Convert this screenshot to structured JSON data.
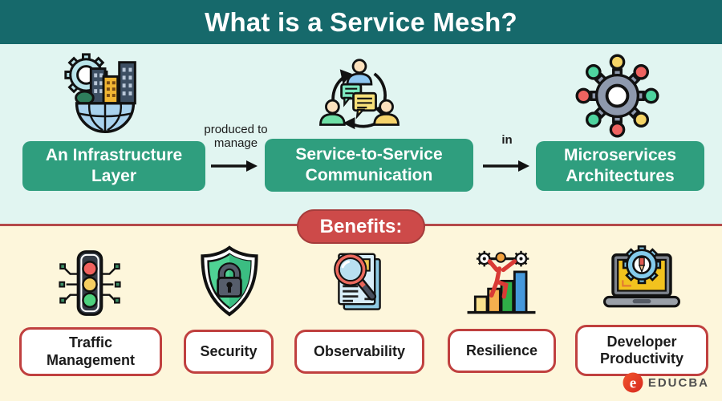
{
  "header": {
    "title": "What is a Service Mesh?"
  },
  "flow": {
    "nodes": [
      {
        "label": "An Infrastructure Layer",
        "icon": "infrastructure-globe-icon"
      },
      {
        "label": "Service-to-Service Communication",
        "icon": "people-communication-icon"
      },
      {
        "label": "Microservices Architectures",
        "icon": "microservices-gear-network-icon"
      }
    ],
    "connectors": [
      {
        "label": "produced to manage"
      },
      {
        "label": "in"
      }
    ]
  },
  "benefits": {
    "badge": "Benefits:",
    "items": [
      {
        "label": "Traffic Management",
        "icon": "traffic-light-circuit-icon"
      },
      {
        "label": "Security",
        "icon": "shield-lock-icon"
      },
      {
        "label": "Observability",
        "icon": "magnifier-document-icon"
      },
      {
        "label": "Resilience",
        "icon": "weightlifter-bar-chart-icon"
      },
      {
        "label": "Developer Productivity",
        "icon": "laptop-gear-pencil-icon"
      }
    ]
  },
  "branding": {
    "logo_text": "EDUCBA",
    "logo_glyph": "e"
  },
  "colors": {
    "teal-header": "#16696b",
    "mint-bg": "#e1f5f1",
    "cream-bg": "#fdf6db",
    "node-green": "#2f9e7e",
    "divider-red": "#b4494a",
    "badge-red": "#cd4a49",
    "label-border-red": "#c0403f",
    "text-dark": "#1b1b1b"
  }
}
